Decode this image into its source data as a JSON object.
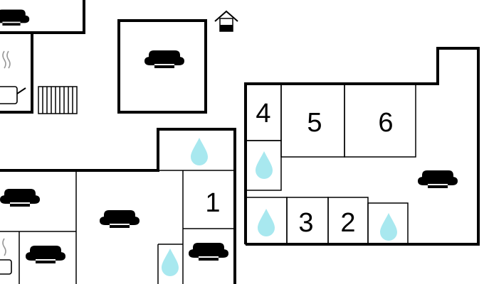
{
  "colors": {
    "walls": "#000000",
    "background": "#ffffff",
    "water_drop": "#a8e8ef"
  },
  "icons": {
    "sofa": "sofa-icon",
    "water_drop": "water-drop-icon",
    "radiator": "radiator-icon",
    "stove": "stove-icon",
    "entrance": "house-entrance-icon"
  },
  "room_numbers": {
    "r1": "1",
    "r2": "2",
    "r3": "3",
    "r4": "4",
    "r5": "5",
    "r6": "6"
  }
}
